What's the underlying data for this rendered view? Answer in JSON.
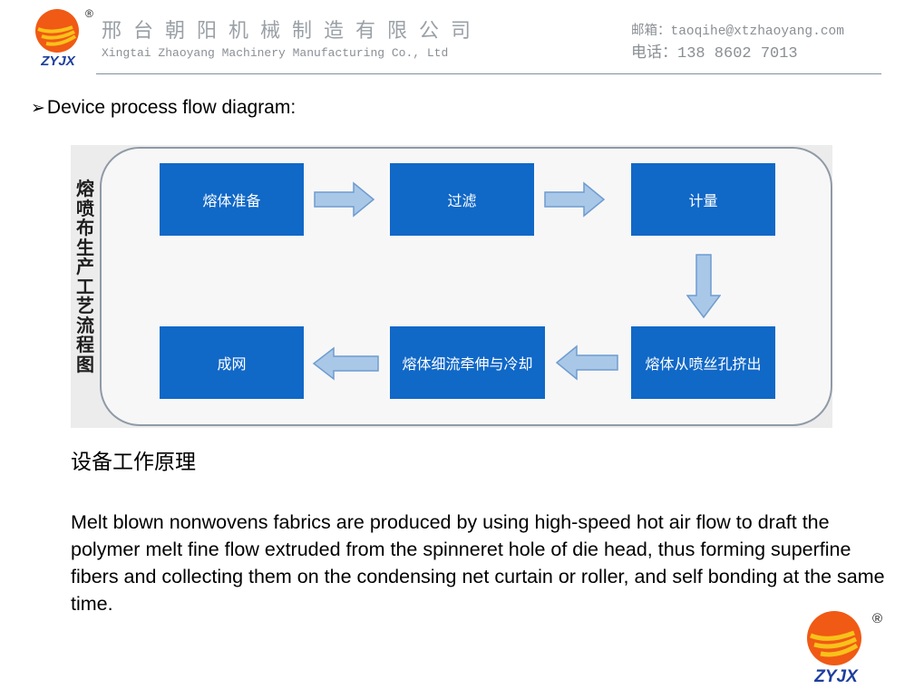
{
  "header": {
    "logo_text": "ZYJX",
    "registered_mark": "®",
    "company_cn": "邢台朝阳机械制造有限公司",
    "company_en": "Xingtai Zhaoyang Machinery Manufacturing Co., Ltd",
    "email": "邮箱：taoqihe@xtzhaoyang.com",
    "phone": "电话：138 8602 7013"
  },
  "heading": {
    "bullet": "➢",
    "text": "Device process flow diagram:"
  },
  "diagram": {
    "vertical_title": "熔喷布生产工艺流程图",
    "steps": {
      "melt_prep": "熔体准备",
      "filter": "过滤",
      "metering": "计量",
      "extrude": "熔体从喷丝孔挤出",
      "draw_cool": "熔体细流牵伸与冷却",
      "web": "成网"
    },
    "colors": {
      "box": "#1068c7",
      "arrow": "#a9c8e8",
      "arrow_stroke": "#6f9ccf"
    }
  },
  "section_title": "设备工作原理",
  "paragraph": "Melt blown nonwovens fabrics are produced by using high-speed hot air flow to draft the polymer melt fine flow extruded from the spinneret hole of die head, thus forming superfine fibers and collecting them on the condensing net curtain or roller, and self bonding at the same time.",
  "footer": {
    "logo_text": "ZYJX",
    "registered_mark": "®"
  }
}
